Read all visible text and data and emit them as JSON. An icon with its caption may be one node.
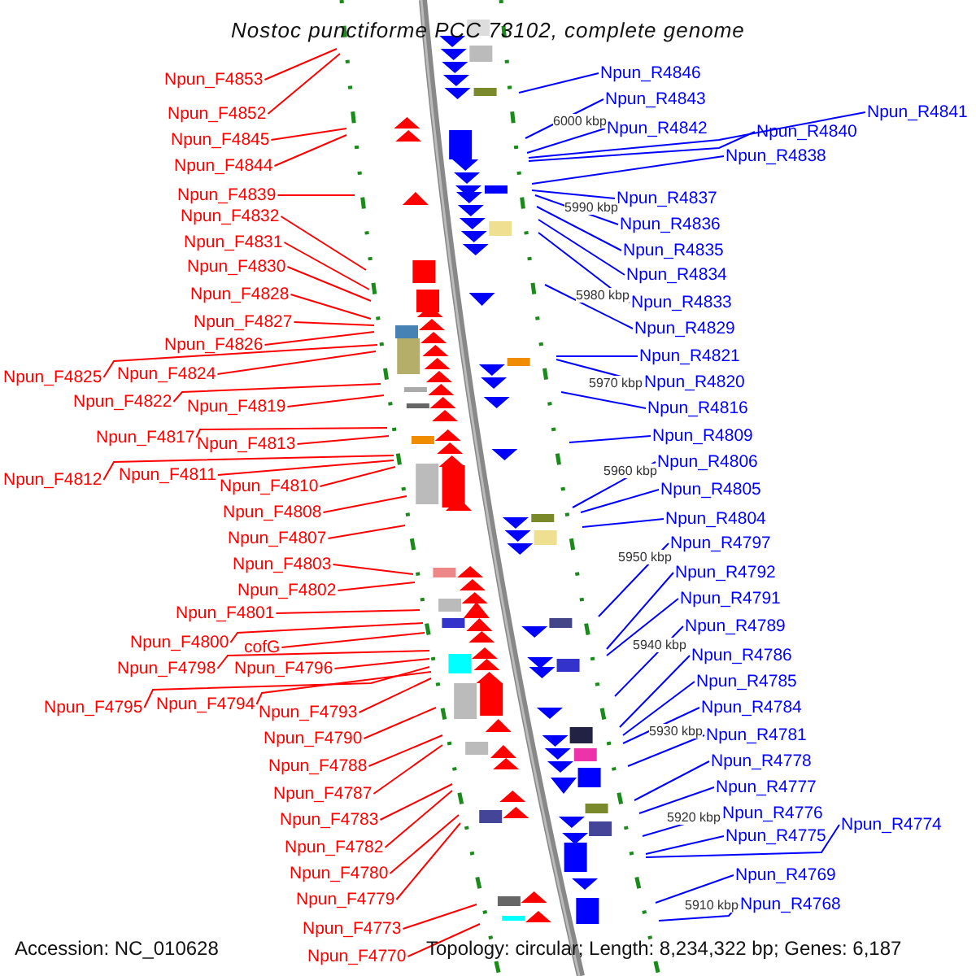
{
  "diagram": {
    "title": "Nostoc punctiforme PCC 73102, complete genome",
    "nodes": [
      {
        "text": [
          "Npun_F4853"
        ]
      },
      {
        "text": [
          "Npun_F4852"
        ]
      },
      {
        "text": [
          "Npun_F4845"
        ]
      },
      {
        "text": [
          "Npun_F4844"
        ]
      },
      {
        "text": [
          "Npun_F4839"
        ]
      },
      {
        "text": [
          "Npun_F4832"
        ]
      },
      {
        "text": [
          "Npun_F4831"
        ]
      },
      {
        "text": [
          "Npun_F4830"
        ]
      },
      {
        "text": [
          "Npun_F4828"
        ]
      },
      {
        "text": [
          "Npun_F4827"
        ]
      },
      {
        "text": [
          "Npun_F4826"
        ]
      },
      {
        "text": [
          "Npun_F4825"
        ]
      },
      {
        "text": [
          "Npun_F4824"
        ]
      },
      {
        "text": [
          "Npun_F4822"
        ]
      },
      {
        "text": [
          "Npun_F4819"
        ]
      },
      {
        "text": [
          "Npun_F4817"
        ]
      },
      {
        "text": [
          "Npun_F4813"
        ]
      },
      {
        "text": [
          "Npun_F4812"
        ]
      },
      {
        "text": [
          "Npun_F4811"
        ]
      },
      {
        "text": [
          "Npun_F4810"
        ]
      },
      {
        "text": [
          "Npun_F4808"
        ]
      },
      {
        "text": [
          "Npun_F4807"
        ]
      },
      {
        "text": [
          "Npun_F4803"
        ]
      },
      {
        "text": [
          "Npun_F4802"
        ]
      },
      {
        "text": [
          "Npun_F4801"
        ]
      },
      {
        "text": [
          "Npun_F4800"
        ]
      },
      {
        "text": [
          "cofG"
        ]
      },
      {
        "text": [
          "Npun_F4798"
        ]
      },
      {
        "text": [
          "Npun_F4796"
        ]
      },
      {
        "text": [
          "Npun_F4795"
        ]
      },
      {
        "text": [
          "Npun_F4794"
        ]
      },
      {
        "text": [
          "Npun_F4793"
        ]
      },
      {
        "text": [
          "Npun_F4790"
        ]
      },
      {
        "text": [
          "Npun_F4788"
        ]
      },
      {
        "text": [
          "Npun_F4787"
        ]
      },
      {
        "text": [
          "Npun_F4783"
        ]
      },
      {
        "text": [
          "Npun_F4782"
        ]
      },
      {
        "text": [
          "Npun_F4780"
        ]
      },
      {
        "text": [
          "Npun_F4779"
        ]
      },
      {
        "text": [
          "Npun_F4773"
        ]
      },
      {
        "text": [
          "Npun_F4770"
        ]
      },
      {
        "text": [
          "Npun_R4846"
        ]
      },
      {
        "text": [
          "Npun_R4843"
        ]
      },
      {
        "text": [
          "Npun_R4841"
        ]
      },
      {
        "text": [
          "Npun_R4842"
        ]
      },
      {
        "text": [
          "Npun_R4840"
        ]
      },
      {
        "text": [
          "Npun_R4838"
        ]
      },
      {
        "text": [
          "Npun_R4837"
        ]
      },
      {
        "text": [
          "Npun_R4836"
        ]
      },
      {
        "text": [
          "Npun_R4835"
        ]
      },
      {
        "text": [
          "Npun_R4834"
        ]
      },
      {
        "text": [
          "Npun_R4833"
        ]
      },
      {
        "text": [
          "Npun_R4829"
        ]
      },
      {
        "text": [
          "Npun_R4821"
        ]
      },
      {
        "text": [
          "Npun_R4820"
        ]
      },
      {
        "text": [
          "Npun_R4816"
        ]
      },
      {
        "text": [
          "Npun_R4809"
        ]
      },
      {
        "text": [
          "Npun_R4806"
        ]
      },
      {
        "text": [
          "Npun_R4805"
        ]
      },
      {
        "text": [
          "Npun_R4804"
        ]
      },
      {
        "text": [
          "Npun_R4797"
        ]
      },
      {
        "text": [
          "Npun_R4792"
        ]
      },
      {
        "text": [
          "Npun_R4791"
        ]
      },
      {
        "text": [
          "Npun_R4789"
        ]
      },
      {
        "text": [
          "Npun_R4786"
        ]
      },
      {
        "text": [
          "Npun_R4785"
        ]
      },
      {
        "text": [
          "Npun_R4784"
        ]
      },
      {
        "text": [
          "Npun_R4781"
        ]
      },
      {
        "text": [
          "Npun_R4778"
        ]
      },
      {
        "text": [
          "Npun_R4777"
        ]
      },
      {
        "text": [
          "Npun_R4776"
        ]
      },
      {
        "text": [
          "Npun_R4774"
        ]
      },
      {
        "text": [
          "Npun_R4775"
        ]
      },
      {
        "text": [
          "Npun_R4769"
        ]
      },
      {
        "text": [
          "Npun_R4768"
        ]
      }
    ],
    "edges": [
      {
        "from": 0,
        "to": null,
        "arrow": "none"
      },
      {
        "from": 1,
        "to": null,
        "arrow": "none"
      },
      {
        "from": 2,
        "to": null,
        "arrow": "none"
      },
      {
        "from": 3,
        "to": null,
        "arrow": "none"
      },
      {
        "from": 4,
        "to": null,
        "arrow": "none"
      },
      {
        "from": 5,
        "to": null,
        "arrow": "none"
      },
      {
        "from": 6,
        "to": null,
        "arrow": "none"
      },
      {
        "from": 7,
        "to": null,
        "arrow": "none"
      },
      {
        "from": 8,
        "to": null,
        "arrow": "none"
      },
      {
        "from": 9,
        "to": null,
        "arrow": "none"
      },
      {
        "from": 10,
        "to": null,
        "arrow": "none"
      },
      {
        "from": 11,
        "to": null,
        "arrow": "none"
      },
      {
        "from": 12,
        "to": null,
        "arrow": "none"
      },
      {
        "from": 13,
        "to": null,
        "arrow": "none"
      },
      {
        "from": 14,
        "to": null,
        "arrow": "none"
      },
      {
        "from": 15,
        "to": null,
        "arrow": "none"
      },
      {
        "from": 16,
        "to": null,
        "arrow": "none"
      },
      {
        "from": 17,
        "to": null,
        "arrow": "none"
      },
      {
        "from": 18,
        "to": null,
        "arrow": "none"
      },
      {
        "from": 19,
        "to": null,
        "arrow": "none"
      },
      {
        "from": 20,
        "to": null,
        "arrow": "none"
      },
      {
        "from": 21,
        "to": null,
        "arrow": "none"
      },
      {
        "from": 22,
        "to": null,
        "arrow": "none"
      },
      {
        "from": 23,
        "to": null,
        "arrow": "none"
      },
      {
        "from": 24,
        "to": null,
        "arrow": "none"
      },
      {
        "from": 25,
        "to": null,
        "arrow": "none"
      },
      {
        "from": 26,
        "to": null,
        "arrow": "none"
      },
      {
        "from": 27,
        "to": null,
        "arrow": "none"
      },
      {
        "from": 28,
        "to": null,
        "arrow": "none"
      },
      {
        "from": 29,
        "to": null,
        "arrow": "none"
      },
      {
        "from": 30,
        "to": null,
        "arrow": "none"
      },
      {
        "from": 31,
        "to": null,
        "arrow": "none"
      },
      {
        "from": 32,
        "to": null,
        "arrow": "none"
      },
      {
        "from": 33,
        "to": null,
        "arrow": "none"
      },
      {
        "from": 34,
        "to": null,
        "arrow": "none"
      },
      {
        "from": 35,
        "to": null,
        "arrow": "none"
      },
      {
        "from": 36,
        "to": null,
        "arrow": "none"
      },
      {
        "from": 37,
        "to": null,
        "arrow": "none"
      },
      {
        "from": 38,
        "to": null,
        "arrow": "none"
      },
      {
        "from": 39,
        "to": null,
        "arrow": "none"
      },
      {
        "from": 40,
        "to": null,
        "arrow": "none"
      },
      {
        "from": 41,
        "to": null,
        "arrow": "none",
        "color": "#0000ff"
      },
      {
        "from": 42,
        "to": null,
        "arrow": "none",
        "color": "#0000ff"
      },
      {
        "from": 43,
        "to": null,
        "arrow": "none",
        "color": "#0000ff"
      },
      {
        "from": 44,
        "to": null,
        "arrow": "none",
        "color": "#0000ff"
      },
      {
        "from": 45,
        "to": null,
        "arrow": "none",
        "color": "#0000ff"
      },
      {
        "from": 46,
        "to": null,
        "arrow": "none",
        "color": "#0000ff"
      },
      {
        "from": 47,
        "to": null,
        "arrow": "none",
        "color": "#0000ff"
      },
      {
        "from": 48,
        "to": null,
        "arrow": "none",
        "color": "#0000ff"
      },
      {
        "from": 49,
        "to": null,
        "arrow": "none",
        "color": "#0000ff"
      },
      {
        "from": 50,
        "to": null,
        "arrow": "none",
        "color": "#0000ff"
      },
      {
        "from": 51,
        "to": null,
        "arrow": "none",
        "color": "#0000ff"
      },
      {
        "from": 52,
        "to": null,
        "arrow": "none",
        "color": "#0000ff"
      },
      {
        "from": 53,
        "to": null,
        "arrow": "none",
        "color": "#0000ff"
      },
      {
        "from": 54,
        "to": null,
        "arrow": "none",
        "color": "#0000ff"
      },
      {
        "from": 55,
        "to": null,
        "arrow": "none",
        "color": "#0000ff"
      },
      {
        "from": 56,
        "to": null,
        "arrow": "none",
        "color": "#0000ff"
      },
      {
        "from": 57,
        "to": null,
        "arrow": "none",
        "color": "#0000ff"
      },
      {
        "from": 58,
        "to": null,
        "arrow": "none",
        "color": "#0000ff"
      },
      {
        "from": 59,
        "to": null,
        "arrow": "none",
        "color": "#0000ff"
      },
      {
        "from": 60,
        "to": null,
        "arrow": "none",
        "color": "#0000ff"
      },
      {
        "from": 61,
        "to": null,
        "arrow": "none",
        "color": "#0000ff"
      },
      {
        "from": 62,
        "to": null,
        "arrow": "none",
        "color": "#0000ff"
      },
      {
        "from": 63,
        "to": null,
        "arrow": "none",
        "color": "#0000ff"
      },
      {
        "from": 64,
        "to": null,
        "arrow": "none",
        "color": "#0000ff"
      },
      {
        "from": 65,
        "to": null,
        "arrow": "none",
        "color": "#0000ff"
      },
      {
        "from": 66,
        "to": null,
        "arrow": "none",
        "color": "#0000ff"
      },
      {
        "from": 67,
        "to": null,
        "arrow": "none",
        "color": "#0000ff"
      },
      {
        "from": 68,
        "to": null,
        "arrow": "none",
        "color": "#0000ff"
      },
      {
        "from": 69,
        "to": null,
        "arrow": "none",
        "color": "#0000ff"
      },
      {
        "from": 70,
        "to": null,
        "arrow": "none",
        "color": "#0000ff"
      },
      {
        "from": 71,
        "to": null,
        "arrow": "none",
        "color": "#0000ff"
      },
      {
        "from": 72,
        "to": null,
        "arrow": "none",
        "color": "#0000ff"
      },
      {
        "from": 73,
        "to": null,
        "arrow": "none",
        "color": "#0000ff"
      },
      {
        "from": 74,
        "to": null,
        "arrow": "none",
        "color": "#0000ff"
      }
    ],
    "labels": [
      "6000 kbp",
      "5990 kbp",
      "5980 kbp",
      "5970 kbp",
      "5960 kbp",
      "5950 kbp",
      "5940 kbp",
      "5930 kbp",
      "5920 kbp",
      "5910 kbp",
      "Accession: NC_010628",
      "Topology: circular; Length: 8,234,322 bp; Genes: 6,187"
    ]
  }
}
